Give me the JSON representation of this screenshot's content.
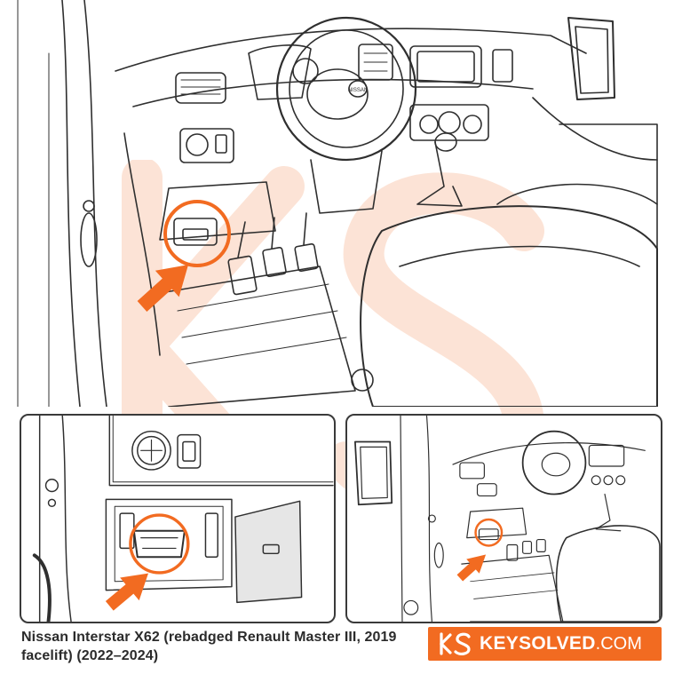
{
  "caption": {
    "text": "Nissan Interstar X62 (rebadged Renault Master III, 2019 facelift) (2022–2024)"
  },
  "brand": {
    "name": "KEYSOLVED",
    "tld": ".COM",
    "color": "#f26b21"
  },
  "colors": {
    "accent": "#f26b21",
    "line": "#2f2f2f",
    "watermark": "#f6b48a"
  },
  "logo_badge": "NISSAN",
  "icons": [
    "arrow-pointer-icon",
    "highlight-circle-icon",
    "obd-port-icon",
    "ks-logo-icon"
  ]
}
